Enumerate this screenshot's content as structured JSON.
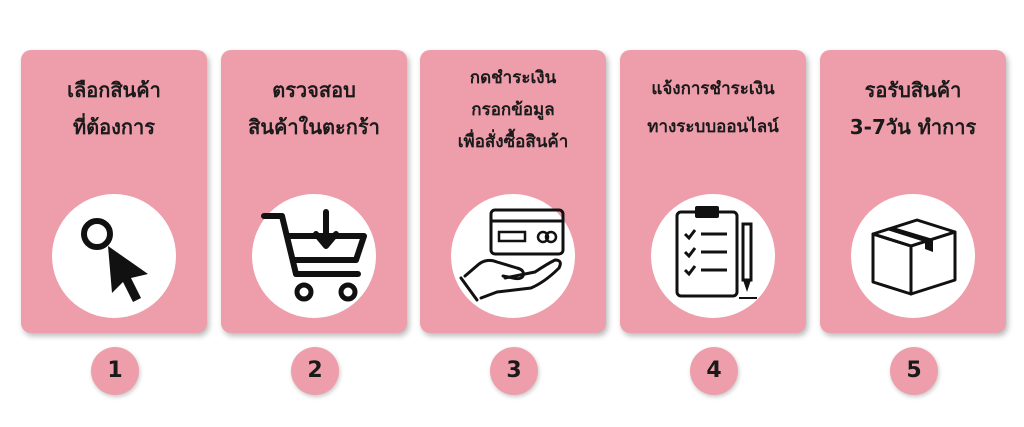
{
  "steps": [
    {
      "number": "1",
      "title": [
        "เลือกสินค้า",
        "ที่ต้องการ"
      ],
      "icon": "cursor-click-icon"
    },
    {
      "number": "2",
      "title": [
        "ตรวจสอบ",
        "สินค้าในตะกร้า"
      ],
      "icon": "cart-download-icon"
    },
    {
      "number": "3",
      "title": [
        "กดชำระเงิน",
        "กรอกข้อมูล",
        "เพื่อสั่งซื้อสินค้า"
      ],
      "icon": "hand-credit-card-icon"
    },
    {
      "number": "4",
      "title": [
        "แจ้งการชำระเงิน",
        "ทางระบบออนไลน์"
      ],
      "icon": "clipboard-checklist-icon"
    },
    {
      "number": "5",
      "title": [
        "รอรับสินค้า",
        "3-7วัน ทำการ"
      ],
      "icon": "package-box-icon"
    }
  ],
  "colors": {
    "card": "#ee9eab",
    "circle": "#ffffff",
    "text": "#1a1a1a",
    "icon": "#111111"
  }
}
